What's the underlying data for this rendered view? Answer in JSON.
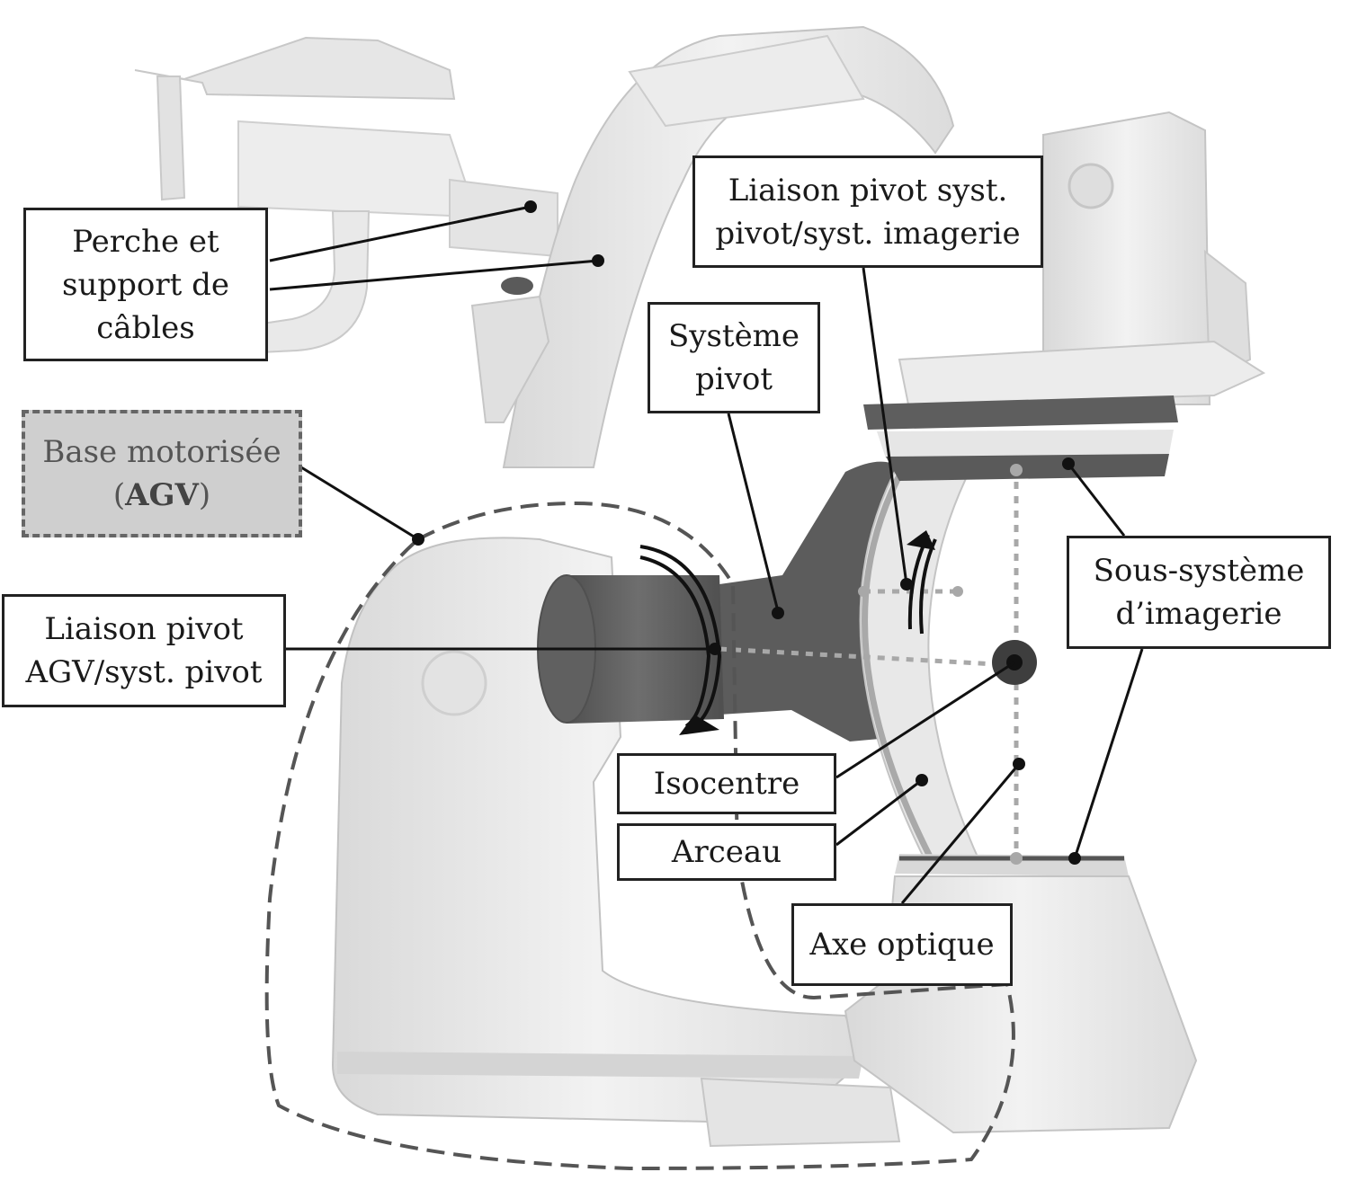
{
  "diagram": {
    "labels": {
      "perche": [
        "Perche et",
        "support de",
        "câbles"
      ],
      "base": [
        "Base motorisée",
        "(",
        "AGV",
        ")"
      ],
      "liaison_agv": [
        "Liaison pivot",
        "AGV/syst. pivot"
      ],
      "liaison_imagerie": [
        "Liaison pivot syst.",
        "pivot/syst. imagerie"
      ],
      "systeme_pivot": [
        "Système",
        "pivot"
      ],
      "sous_systeme": [
        "Sous-système",
        "d’imagerie"
      ],
      "isocentre": "Isocentre",
      "arceau": "Arceau",
      "axe_optique": "Axe optique"
    },
    "colors": {
      "box_border": "#222222",
      "machine_body": "#ebebeb",
      "machine_shadow": "#d2d2d2",
      "pivot_dark": "#5c5c5c",
      "agv_label_bg": "#cfcfcf",
      "dashed_outline": "#555555"
    },
    "icons": [
      "ge-logo-icon",
      "rotation-arrow-icon",
      "isocentre-dot-icon"
    ]
  }
}
